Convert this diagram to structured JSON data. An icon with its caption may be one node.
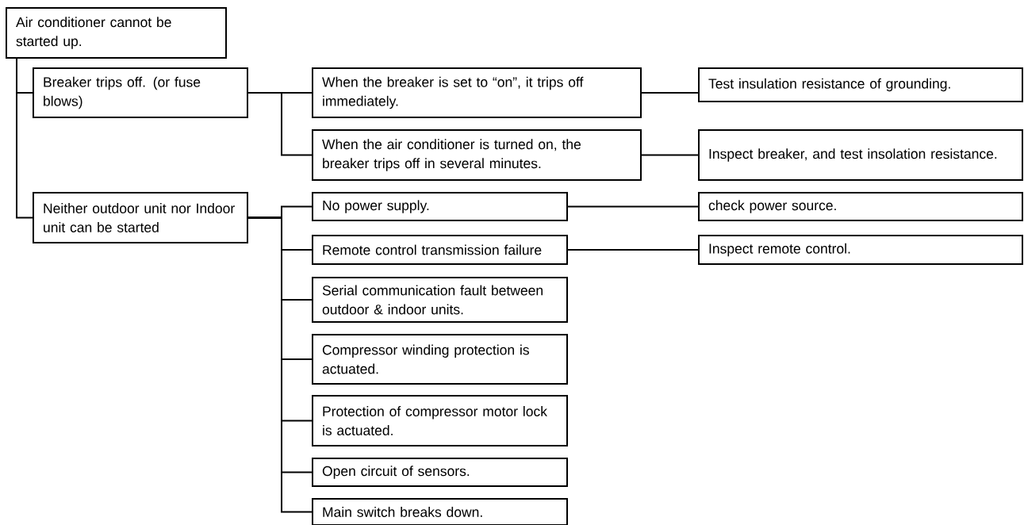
{
  "diagram": {
    "nodes": [
      {
        "text": [
          "Air conditioner cannot be started up."
        ]
      },
      {
        "text": [
          "Breaker trips off. (or fuse blows)"
        ]
      },
      {
        "text": [
          "When the breaker is set to “on”, it trips off immediately."
        ]
      },
      {
        "text": [
          "Test insulation resistance of grounding."
        ]
      },
      {
        "text": [
          "When the air conditioner is turned on, the breaker trips off in several minutes."
        ]
      },
      {
        "text": [
          "Inspect breaker, and test insolation resistance."
        ]
      },
      {
        "text": [
          "Neither outdoor unit nor Indoor unit can be started"
        ]
      },
      {
        "text": [
          "No power supply."
        ]
      },
      {
        "text": [
          "check power source."
        ]
      },
      {
        "text": [
          "Remote control transmission failure"
        ]
      },
      {
        "text": [
          "Inspect remote control."
        ]
      },
      {
        "text": [
          "Serial communication fault between outdoor & indoor units."
        ]
      },
      {
        "text": [
          "Compressor winding protection is actuated."
        ]
      },
      {
        "text": [
          "Protection of compressor motor lock is actuated."
        ]
      },
      {
        "text": [
          "Open circuit of sensors."
        ]
      },
      {
        "text": [
          "Main switch breaks down."
        ]
      }
    ],
    "edges": [
      {
        "from": 0,
        "to": 1,
        "arrow": "none"
      },
      {
        "from": 0,
        "to": 6,
        "arrow": "none"
      },
      {
        "from": 1,
        "to": 2,
        "arrow": "none"
      },
      {
        "from": 1,
        "to": 4,
        "arrow": "none"
      },
      {
        "from": 2,
        "to": 3,
        "arrow": "none"
      },
      {
        "from": 4,
        "to": 5,
        "arrow": "none"
      },
      {
        "from": 6,
        "to": 7,
        "arrow": "none"
      },
      {
        "from": 6,
        "to": 9,
        "arrow": "none"
      },
      {
        "from": 6,
        "to": 11,
        "arrow": "none"
      },
      {
        "from": 6,
        "to": 12,
        "arrow": "none"
      },
      {
        "from": 6,
        "to": 13,
        "arrow": "none"
      },
      {
        "from": 6,
        "to": 14,
        "arrow": "none"
      },
      {
        "from": 6,
        "to": 15,
        "arrow": "none"
      },
      {
        "from": 7,
        "to": 8,
        "arrow": "none"
      },
      {
        "from": 9,
        "to": 10,
        "arrow": "none"
      }
    ]
  }
}
